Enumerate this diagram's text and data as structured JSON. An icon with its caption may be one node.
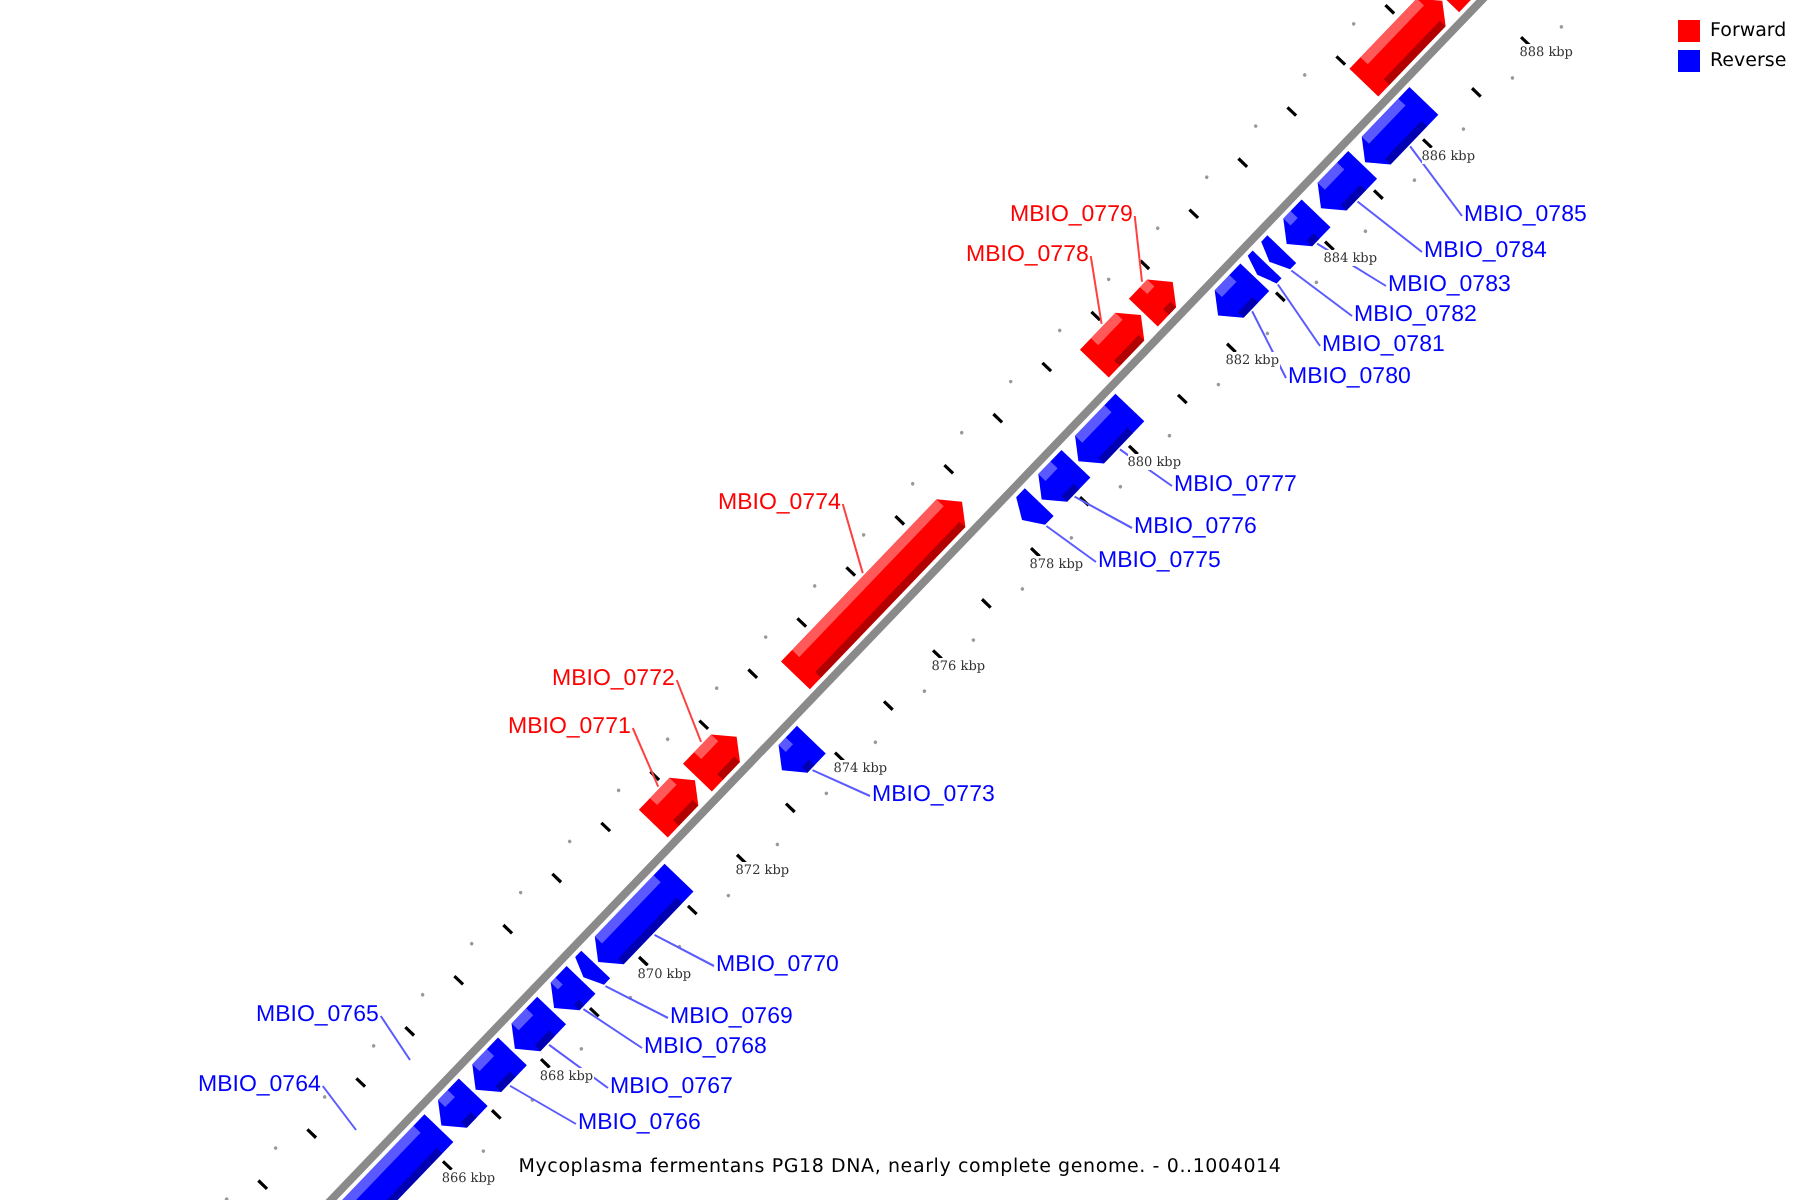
{
  "diagram": {
    "caption": "Mycoplasma fermentans PG18 DNA, nearly complete genome. - 0..1004014",
    "nodes": [
      {
        "text": [],
        "shape": "arrow"
      },
      {
        "text": [],
        "shape": "arrow"
      },
      {
        "text": [],
        "shape": "arrow"
      },
      {
        "text": [],
        "shape": "arrow"
      },
      {
        "text": [],
        "shape": "arrow"
      },
      {
        "text": [],
        "shape": "arrow"
      },
      {
        "text": [],
        "shape": "arrow"
      },
      {
        "text": [],
        "shape": "arrow"
      },
      {
        "text": [],
        "shape": "arrow"
      },
      {
        "text": [],
        "shape": "arrow"
      },
      {
        "text": [],
        "shape": "arrow"
      },
      {
        "text": [],
        "shape": "arrow"
      },
      {
        "text": [],
        "shape": "arrow"
      },
      {
        "text": [],
        "shape": "arrow"
      },
      {
        "text": [],
        "shape": "arrow"
      },
      {
        "text": [],
        "shape": "arrow"
      },
      {
        "text": [],
        "shape": "arrow"
      },
      {
        "text": [],
        "shape": "arrow"
      },
      {
        "text": [],
        "shape": "arrow"
      },
      {
        "text": [],
        "shape": "arrow"
      },
      {
        "text": [],
        "shape": "arrow"
      },
      {
        "text": [],
        "shape": "arrow"
      },
      {
        "text": [],
        "shape": "arrow"
      },
      {
        "text": [],
        "shape": "arrow"
      },
      {
        "text": [
          "MBIO_0779"
        ]
      },
      {
        "text": [
          "MBIO_0785"
        ]
      },
      {
        "text": [
          "MBIO_0784"
        ]
      },
      {
        "text": [
          "MBIO_0778"
        ]
      },
      {
        "text": [
          "MBIO_0783"
        ]
      },
      {
        "text": [
          "MBIO_0782"
        ]
      },
      {
        "text": [
          "MBIO_0781"
        ]
      },
      {
        "text": [
          "MBIO_0780"
        ]
      },
      {
        "text": [
          "MBIO_0777"
        ]
      },
      {
        "text": [
          "MBIO_0774"
        ]
      },
      {
        "text": [
          "MBIO_0776"
        ]
      },
      {
        "text": [
          "MBIO_0775"
        ]
      },
      {
        "text": [
          "MBIO_0772"
        ]
      },
      {
        "text": [
          "MBIO_0771"
        ]
      },
      {
        "text": [
          "MBIO_0773"
        ]
      },
      {
        "text": [
          "MBIO_0770"
        ]
      },
      {
        "text": [
          "MBIO_0765"
        ]
      },
      {
        "text": [
          "MBIO_0769"
        ]
      },
      {
        "text": [
          "MBIO_0768"
        ]
      },
      {
        "text": [
          "MBIO_0767"
        ]
      },
      {
        "text": [
          "MBIO_0764"
        ]
      },
      {
        "text": [
          "MBIO_0766"
        ]
      }
    ],
    "edges": [
      {
        "from": 24,
        "to": 15,
        "arrow": "none",
        "color": "#ff4040"
      },
      {
        "from": 25,
        "to": 21,
        "arrow": "none"
      },
      {
        "from": 26,
        "to": 20,
        "arrow": "none"
      },
      {
        "from": 27,
        "to": 14,
        "arrow": "none",
        "color": "#ff4040"
      },
      {
        "from": 28,
        "to": 19,
        "arrow": "none"
      },
      {
        "from": 29,
        "to": 18,
        "arrow": "none"
      },
      {
        "from": 30,
        "to": 17,
        "arrow": "none"
      },
      {
        "from": 31,
        "to": 16,
        "arrow": "none"
      },
      {
        "from": 32,
        "to": 13,
        "arrow": "none"
      },
      {
        "from": 33,
        "to": 10,
        "arrow": "none",
        "color": "#ff4040"
      },
      {
        "from": 34,
        "to": 12,
        "arrow": "none"
      },
      {
        "from": 35,
        "to": 11,
        "arrow": "none"
      },
      {
        "from": 36,
        "to": 8,
        "arrow": "none",
        "color": "#ff4040"
      },
      {
        "from": 37,
        "to": 7,
        "arrow": "none",
        "color": "#ff4040"
      },
      {
        "from": 38,
        "to": 9,
        "arrow": "none"
      },
      {
        "from": 39,
        "to": 6,
        "arrow": "none"
      },
      {
        "from": 40,
        "to": null,
        "arrow": "none"
      },
      {
        "from": 41,
        "to": 5,
        "arrow": "none"
      },
      {
        "from": 42,
        "to": 4,
        "arrow": "none"
      },
      {
        "from": 43,
        "to": 3,
        "arrow": "none"
      },
      {
        "from": 44,
        "to": null,
        "arrow": "none"
      },
      {
        "from": 45,
        "to": 2,
        "arrow": "none"
      }
    ],
    "labels": [
      "888 kbp",
      "886 kbp",
      "884 kbp",
      "882 kbp",
      "880 kbp",
      "878 kbp",
      "876 kbp",
      "874 kbp",
      "872 kbp",
      "870 kbp",
      "868 kbp",
      "866 kbp"
    ],
    "legend": [
      {
        "text": "Forward",
        "color": "#ff0000"
      },
      {
        "text": "Reverse",
        "color": "#0000ff"
      }
    ]
  }
}
